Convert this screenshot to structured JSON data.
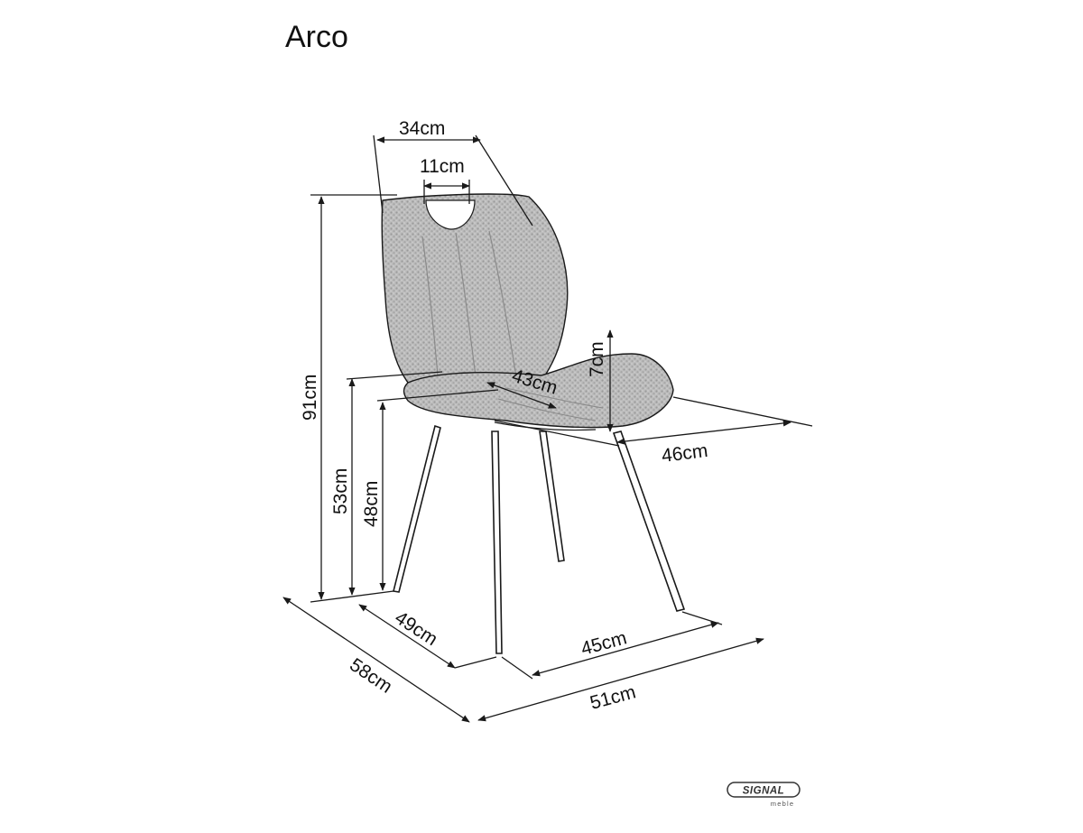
{
  "product": {
    "name": "Arco"
  },
  "dimensions": {
    "backrest_top_width": "34cm",
    "handle_width": "11cm",
    "total_height": "91cm",
    "seat_depth": "43cm",
    "backrest_curve_height": "7cm",
    "seat_width": "46cm",
    "armrest_height": "53cm",
    "seat_height": "48cm",
    "base_depth": "49cm",
    "base_width": "45cm",
    "total_depth": "58cm",
    "total_width": "51cm"
  },
  "brand": {
    "logo_text": "SIGNAL",
    "logo_subtext": "meble"
  },
  "colors": {
    "upholstery": "#b9b9b9",
    "line": "#1a1a1a"
  }
}
